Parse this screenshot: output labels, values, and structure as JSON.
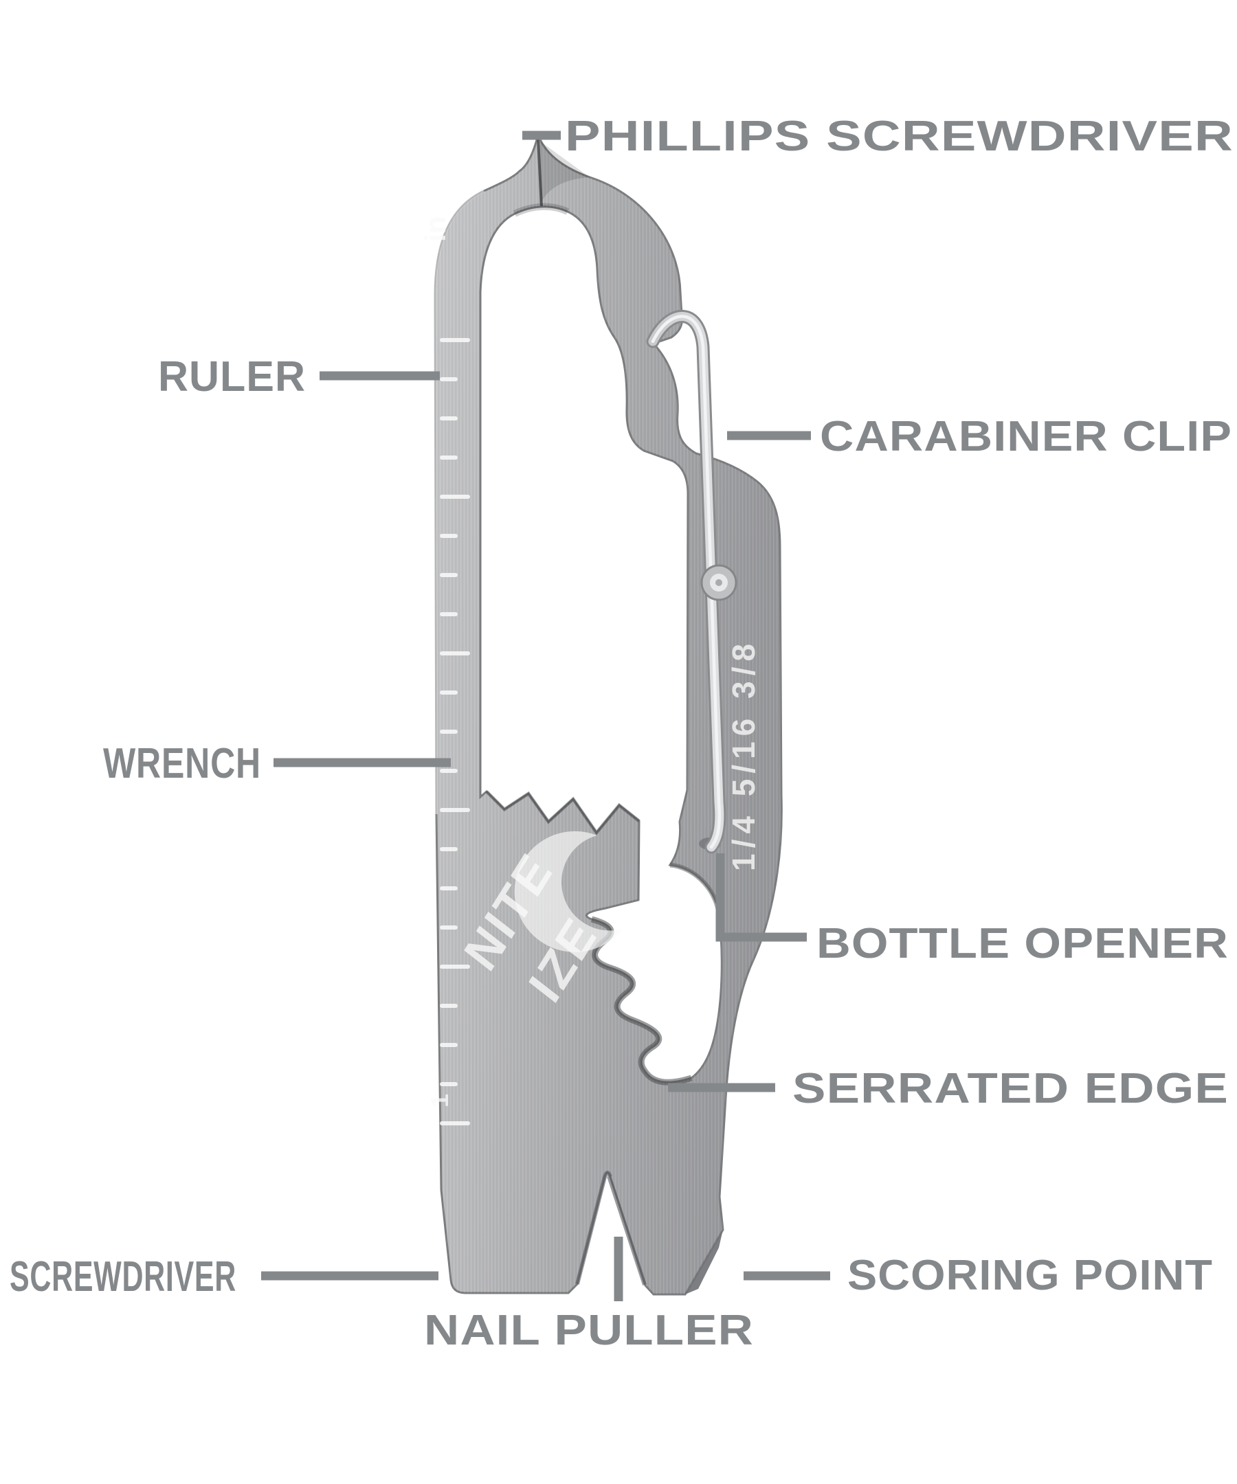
{
  "diagram": {
    "subject": "multi-tool with carabiner clip",
    "brand_line1": "NITE",
    "brand_line2": "IZE"
  },
  "labels": {
    "phillips_screwdriver": "PHILLIPS SCREWDRIVER",
    "ruler": "RULER",
    "carabiner_clip": "CARABINER CLIP",
    "wrench": "WRENCH",
    "bottle_opener": "BOTTLE OPENER",
    "serrated_edge": "SERRATED EDGE",
    "screwdriver": "SCREWDRIVER",
    "nail_puller": "NAIL PULLER",
    "scoring_point": "SCORING POINT"
  },
  "tool_markings": {
    "ruler_unit": "in",
    "ruler_number": "1",
    "wrench_sizes": "1/4  5/16  3/8"
  },
  "colors": {
    "background": "#ffffff",
    "label_gray": "#85888b",
    "metal_light": "#c2c3c5",
    "metal_dark": "#98999b",
    "etched_mark": "#fafafa"
  }
}
